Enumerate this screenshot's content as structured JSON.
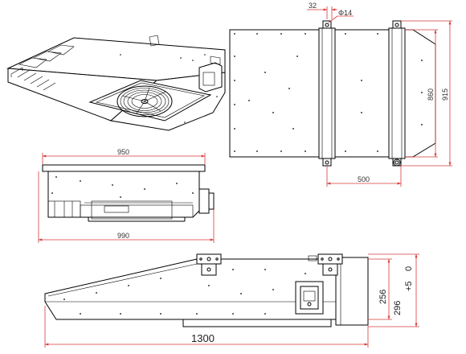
{
  "drawing": {
    "isometric_view": {
      "fan_icon": "fan-icon"
    },
    "top_view": {
      "dim_top_offset": "32",
      "dim_hole": "Φ14",
      "dim_height": "860",
      "dim_overall_height": "915",
      "dim_bracket_spacing": "500"
    },
    "front_view": {
      "dim_top_width": "950",
      "dim_bottom_width": "990"
    },
    "side_view": {
      "dim_overall_length": "1300",
      "dim_height": "256",
      "dim_overall_height": "296",
      "dim_tol_plus": "+5",
      "dim_tol_minus": "0"
    },
    "colors": {
      "dimension": "#d83a3a",
      "outline": "#000000",
      "background": "#ffffff"
    }
  }
}
